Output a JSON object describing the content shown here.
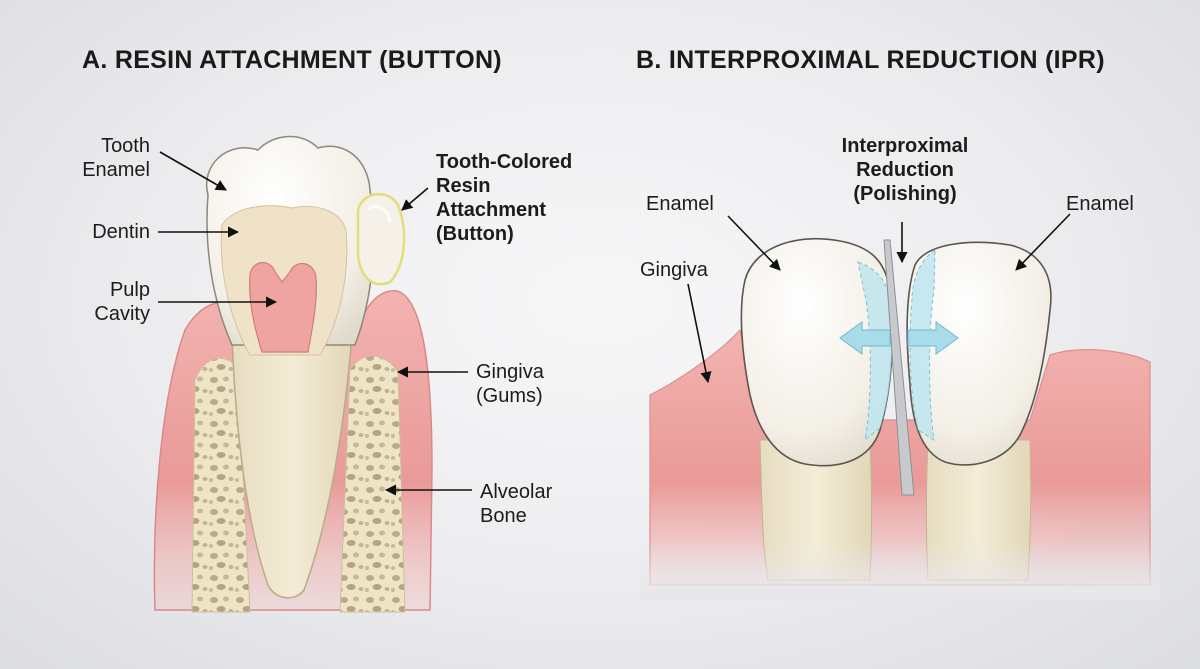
{
  "panel_a": {
    "title": "A. RESIN ATTACHMENT (BUTTON)",
    "labels": {
      "tooth_enamel": "Tooth\nEnamel",
      "dentin": "Dentin",
      "pulp_cavity": "Pulp\nCavity",
      "resin_attachment": "Tooth-Colored\nResin\nAttachment\n(Button)",
      "gingiva": "Gingiva\n(Gums)",
      "alveolar_bone": "Alveolar\nBone"
    }
  },
  "panel_b": {
    "title": "B. INTERPROXIMAL REDUCTION (IPR)",
    "labels": {
      "interproximal_reduction": "Interproximal\nReduction\n(Polishing)",
      "enamel_left": "Enamel",
      "enamel_right": "Enamel",
      "gingiva": "Gingiva"
    }
  }
}
